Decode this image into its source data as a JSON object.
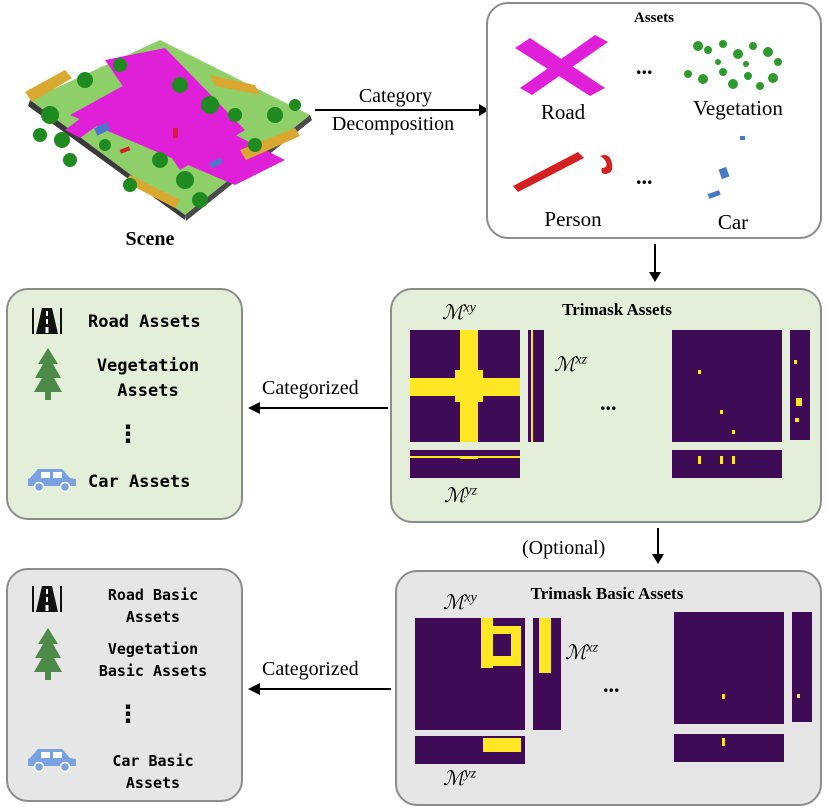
{
  "scene": {
    "label": "Scene"
  },
  "decomp_arrow": {
    "line1": "Category",
    "line2": "Decomposition"
  },
  "assets_panel": {
    "title": "Assets",
    "ellipsis": "...",
    "items": [
      {
        "label": "Road",
        "color": "#e020d8"
      },
      {
        "label": "Vegetation",
        "color": "#2e9a2e"
      },
      {
        "label": "Person",
        "color": "#d42020"
      },
      {
        "label": "Car",
        "color": "#4a78c8"
      }
    ]
  },
  "trimask_panel": {
    "title": "Trimask Assets",
    "label_xy": "M",
    "sup_xy": "xy",
    "label_xz": "M",
    "sup_xz": "xz",
    "label_yz": "M",
    "sup_yz": "yz",
    "ellipsis": "...",
    "bg_color": "#e3efd9",
    "mask_bg": "#3f0b57",
    "mask_fg": "#fde725"
  },
  "basic_panel": {
    "title": "Trimask Basic Assets",
    "label_xy": "M",
    "sup_xy": "xy",
    "label_xz": "M",
    "sup_xz": "xz",
    "label_yz": "M",
    "sup_yz": "yz",
    "ellipsis": "...",
    "bg_color": "#e6e6e6"
  },
  "optional_label": "(Optional)",
  "categorized_label_1": "Categorized",
  "categorized_label_2": "Categorized",
  "category_panel": {
    "bg_color": "#e3efd9",
    "road": "Road Assets",
    "veg_line1": "Vegetation",
    "veg_line2": "Assets",
    "car": "Car Assets",
    "dots": "⋮"
  },
  "basic_category_panel": {
    "bg_color": "#e6e6e6",
    "road_line1": "Road Basic",
    "road_line2": "Assets",
    "veg_line1": "Vegetation",
    "veg_line2": "Basic Assets",
    "car_line1": "Car Basic",
    "car_line2": "Assets",
    "dots": "⋮"
  },
  "icons": [
    "road-icon",
    "tree-icon",
    "car-icon"
  ]
}
